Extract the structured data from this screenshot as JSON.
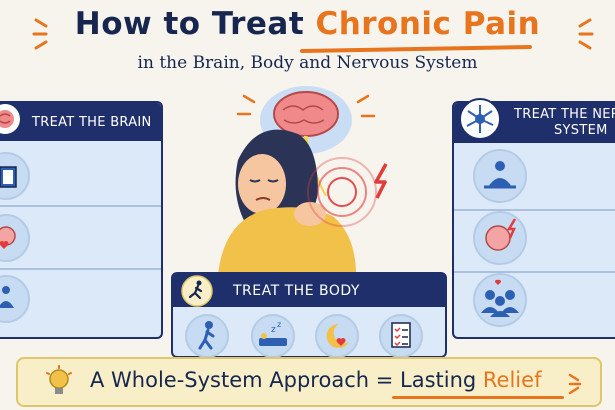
{
  "header": {
    "title_part1": "How to Treat ",
    "title_highlight": "Chronic Pain",
    "subtitle": "in the Brain, Body and Nervous System"
  },
  "panels": {
    "brain": {
      "label": "TREAT THE BRAIN",
      "icons": [
        "brain-icon",
        "book-icon",
        "brain-heart-icon",
        "meditation-icon"
      ]
    },
    "nerves": {
      "label_line1": "TREAT THE NER",
      "label_line2": "SYSTEM",
      "icons": [
        "neuron-icon",
        "meditation-icon",
        "brain-lightning-icon",
        "support-group-icon"
      ]
    },
    "body": {
      "label": "TREAT THE BODY",
      "icons": [
        "running-icon",
        "walking-icon",
        "sleep-icon",
        "moon-heart-icon",
        "checklist-icon"
      ]
    }
  },
  "banner": {
    "text_before": "A Whole-System Approach = ",
    "text_lasting": "Lasting ",
    "text_relief": "Relief",
    "icon": "lightbulb-icon"
  },
  "colors": {
    "navy": "#1f2f6b",
    "accent_orange": "#e8741e",
    "panel_blue": "#dbe9f9",
    "banner_yellow": "#f8efc9"
  }
}
